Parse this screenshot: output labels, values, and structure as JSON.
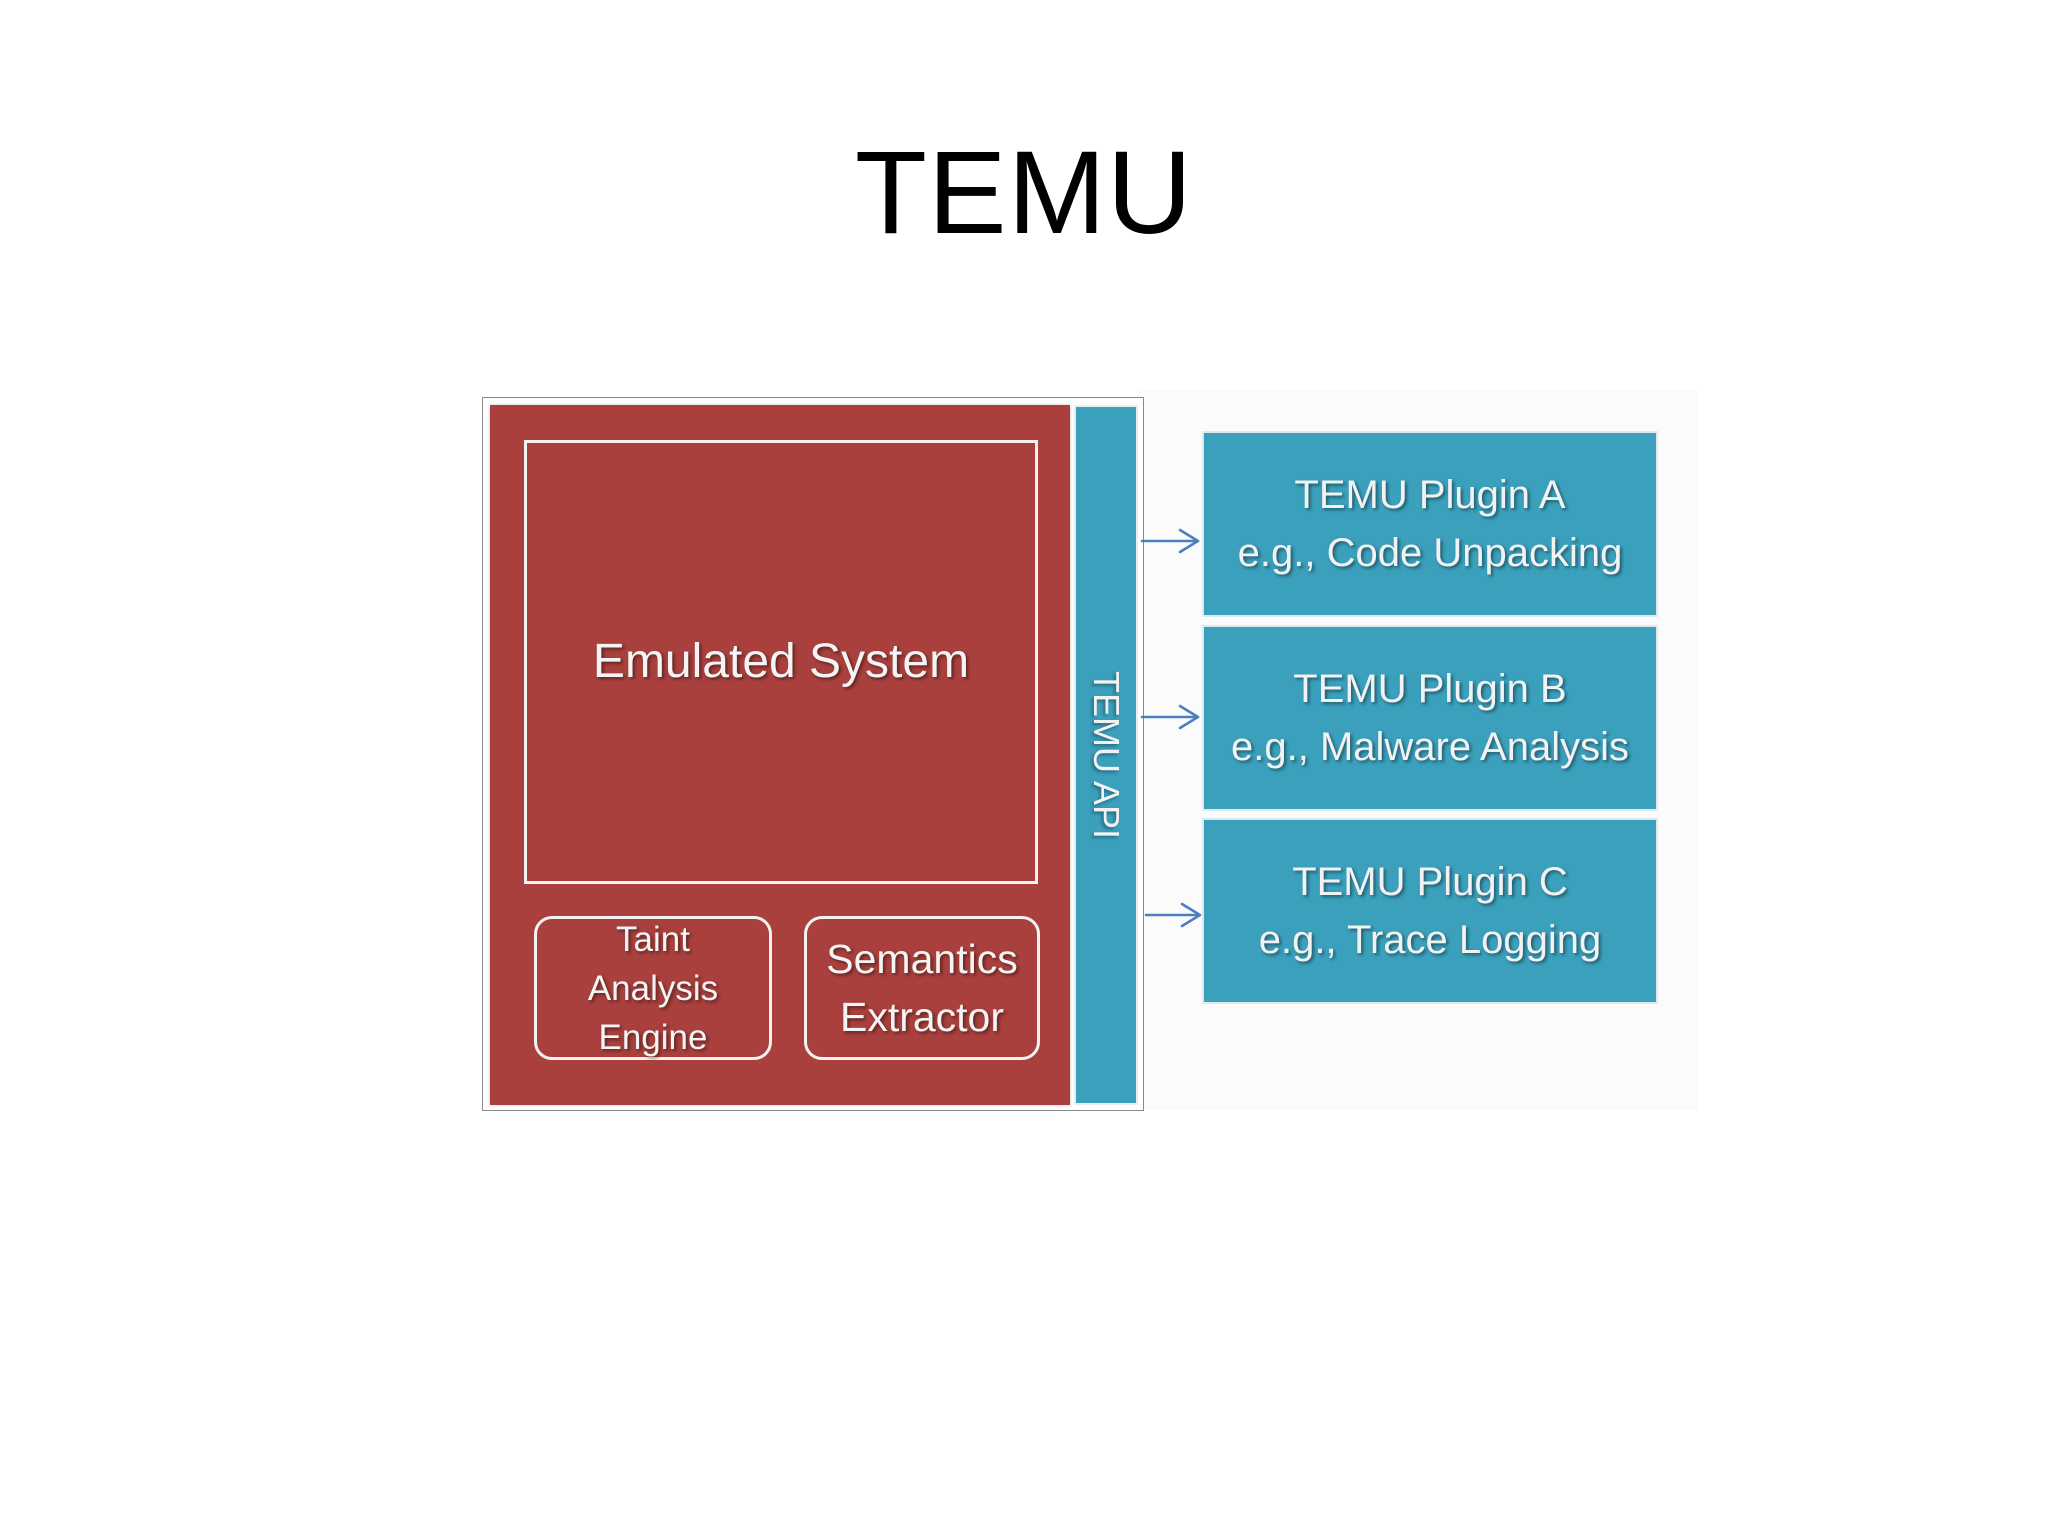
{
  "title": "TEMU",
  "colors": {
    "core": "#a9403d",
    "api": "#3aa0bc",
    "arrow": "#4a7ec0",
    "text_light": "#f2f2f2"
  },
  "core": {
    "emulated_system": "Emulated System",
    "taint_engine": [
      "Taint",
      "Analysis",
      "Engine"
    ],
    "semantics_extractor": [
      "Semantics",
      "Extractor"
    ]
  },
  "api": {
    "label": "TEMU API"
  },
  "plugins": [
    {
      "name": "TEMU Plugin A",
      "example": "e.g., Code Unpacking"
    },
    {
      "name": "TEMU Plugin B",
      "example": "e.g., Malware Analysis"
    },
    {
      "name": "TEMU Plugin C",
      "example": "e.g., Trace Logging"
    }
  ]
}
